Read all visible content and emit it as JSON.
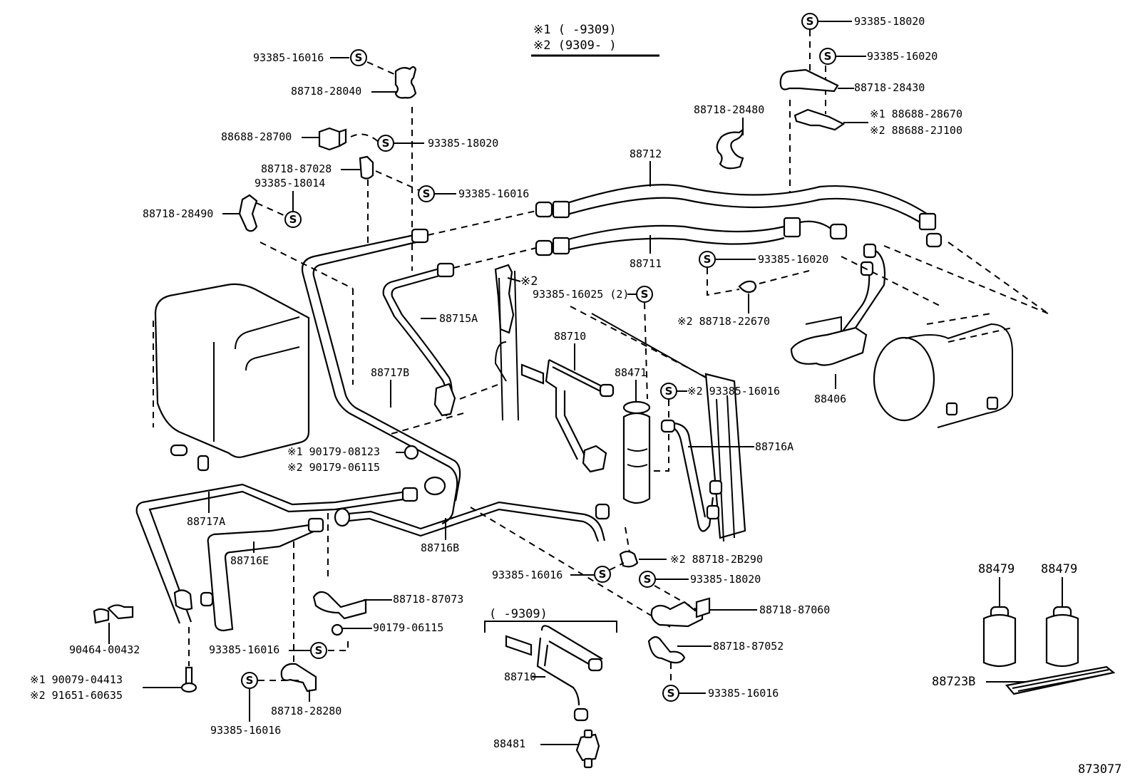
{
  "legend": {
    "note1": "※1 (      -9309)",
    "note2": "※2 (9309-      )"
  },
  "figure_id": "873077",
  "sub_group_label": "(      -9309)",
  "seal_symbol": "S",
  "labels": {
    "p93385_16016_a": "93385-16016",
    "p88718_28040": "88718-28040",
    "p88688_28700": "88688-28700",
    "p93385_18020_a": "93385-18020",
    "p88718_87028": "88718-87028",
    "p93385_18014": "93385-18014",
    "p93385_16016_b": "93385-16016",
    "p88718_28490": "88718-28490",
    "p93385_18020_top": "93385-18020",
    "p93385_16020_top": "93385-16020",
    "p88718_28430": "88718-28430",
    "p88718_28480": "88718-28480",
    "p88688_28670": "※1 88688-28670",
    "p88688_2J100": "※2 88688-2J100",
    "p88712": "88712",
    "p88711": "88711",
    "p93385_16020_mid": "93385-16020",
    "p88718_22670": "※2  88718-22670",
    "mark2_a": "※2",
    "p93385_16025": "93385-16025 (2)",
    "p88715A": "88715A",
    "p88710_main": "88710",
    "p88471": "88471",
    "p93385_16016_c": "※2 93385-16016",
    "p88406": "88406",
    "p88716A": "88716A",
    "p88717B": "88717B",
    "p90179_08123": "※1 90179-08123",
    "p90179_06115_a": "※2 90179-06115",
    "p88717A": "88717A",
    "p88716E": "88716E",
    "p88716B": "88716B",
    "p88718_2B290": "※2 88718-2B290",
    "p93385_16016_d": "93385-16016",
    "p93385_18020_b": "93385-18020",
    "p88718_87060": "88718-87060",
    "p88718_87052": "88718-87052",
    "p93385_16016_e": "93385-16016",
    "p88718_87073": "88718-87073",
    "p90179_06115_b": "90179-06115",
    "p93385_16016_f": "93385-16016",
    "p90464_00432": "90464-00432",
    "p90079_04413": "※1 90079-04413",
    "p91651_60635": "※2 91651-60635",
    "p88718_28280": "88718-28280",
    "p93385_16016_g": "93385-16016",
    "p88710_sub": "88710",
    "p88481": "88481",
    "p88479_a": "88479",
    "p88479_b": "88479",
    "p88723B": "88723B"
  }
}
